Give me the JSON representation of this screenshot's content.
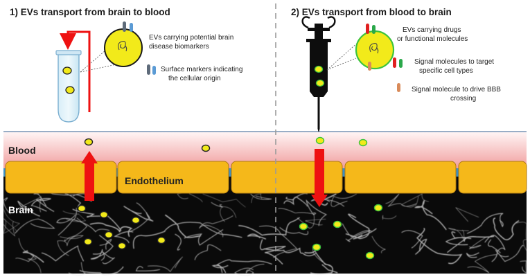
{
  "left_panel": {
    "title": "1) EVs transport from brain to blood",
    "ev_label": [
      "EVs carrying potential brain",
      "disease biomarkers"
    ],
    "marker_label": [
      "Surface markers indicating",
      "the cellular origin"
    ]
  },
  "right_panel": {
    "title": "2) EVs transport from blood to brain",
    "ev_label": [
      "EVs carrying drugs",
      "or functional molecules"
    ],
    "signal_label": [
      "Signal molecules to target",
      "specific cell types"
    ],
    "bbb_label": [
      "Signal molecule to drive BBB",
      "crossing"
    ]
  },
  "layers": {
    "blood": "Blood",
    "endothelium": "Endothelium",
    "brain": "Brain"
  },
  "colors": {
    "ev_fill": "#f2ea1a",
    "ev_border_native": "#222222",
    "ev_border_engineered": "#3cc33c",
    "arrow": "#ee1111",
    "endothelium": "#f5b81a",
    "blood_top": "#ffffff",
    "blood_bottom": "#f2a0a0",
    "brain_bg": "#0a0a0a",
    "marker_grey": "#5e6b7a",
    "marker_blue": "#5b9bd5",
    "signal_red": "#e02020",
    "signal_green": "#2aa84a",
    "signal_orange": "#d98b5a"
  }
}
